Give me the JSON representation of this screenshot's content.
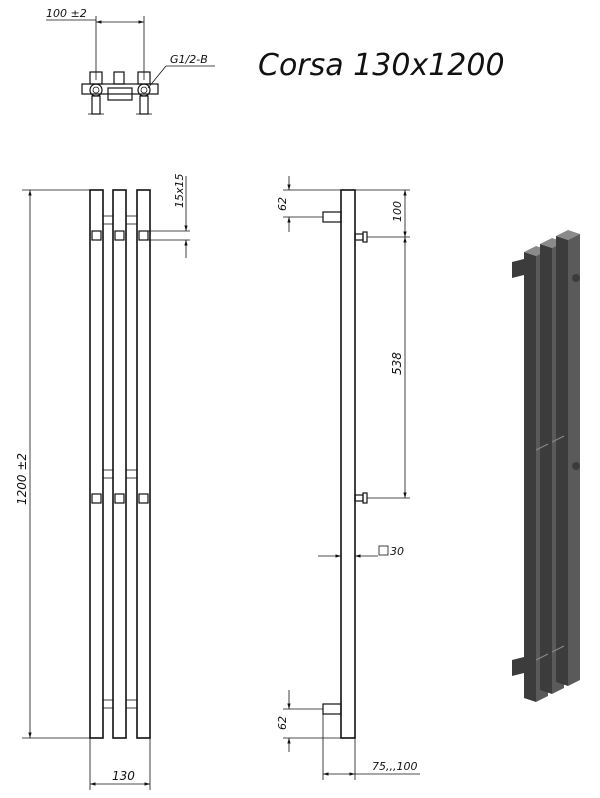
{
  "title": "Corsa 130x1200",
  "valve": {
    "spacing_label": "100 ±2",
    "thread_label": "G1/2-B"
  },
  "front_view": {
    "height_label": "1200 ±2",
    "width_label": "130",
    "bracket_label": "15x15"
  },
  "side_view": {
    "top_offset_label": "62",
    "bottom_offset_label": "62",
    "top_gap_label": "100",
    "hook_spacing_label": "538",
    "profile_label": "30",
    "depth_label": "75,,,100"
  },
  "colors": {
    "line": "#111111",
    "render_dark": "#3c3c3c",
    "render_mid": "#5a5a5a",
    "render_light": "#8a8a8a"
  }
}
